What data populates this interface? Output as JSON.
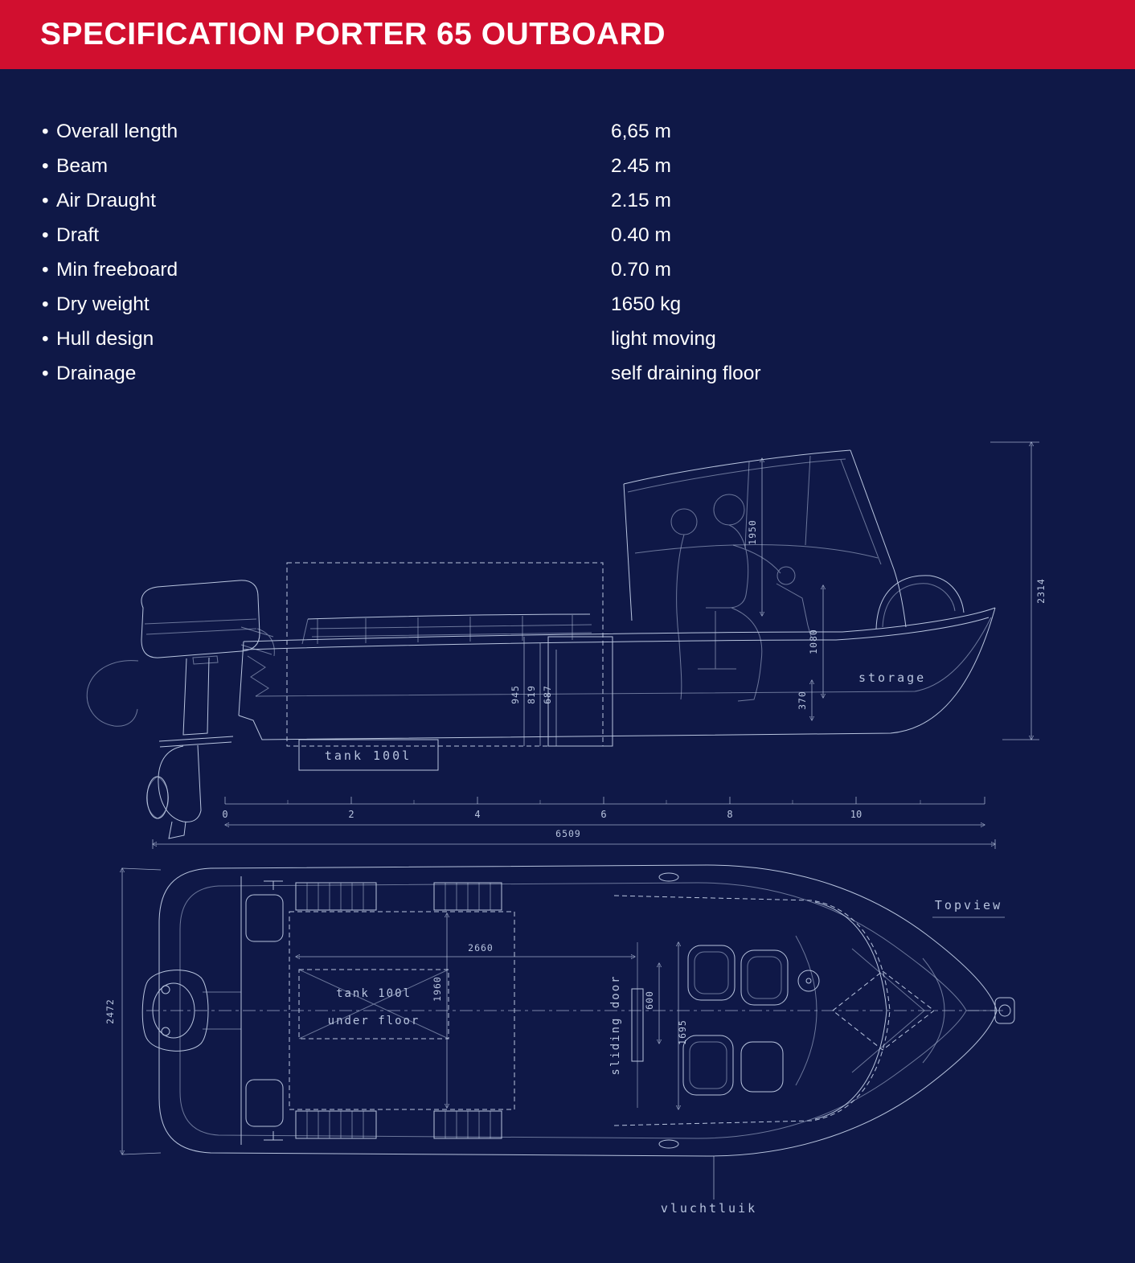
{
  "page": {
    "colors": {
      "accent": "#d10f2f",
      "bg": "#0f1847",
      "line": "#b8c4de",
      "text": "#ffffff"
    }
  },
  "header": {
    "title": "SPECIFICATION PORTER 65 OUTBOARD"
  },
  "specs": {
    "bullet": "•",
    "items": [
      {
        "label": "Overall length",
        "value": "6,65 m"
      },
      {
        "label": "Beam",
        "value": "2.45 m"
      },
      {
        "label": "Air Draught",
        "value": "2.15 m"
      },
      {
        "label": "Draft",
        "value": "0.40 m"
      },
      {
        "label": "Min freeboard",
        "value": "0.70 m"
      },
      {
        "label": "Dry weight",
        "value": "1650 kg"
      },
      {
        "label": "Hull design",
        "value": "light moving"
      },
      {
        "label": "Drainage",
        "value": "self draining floor"
      }
    ]
  },
  "blueprint": {
    "side_view": {
      "storage_label": "storage",
      "tank_label": "tank 100l",
      "dim_height_overall": "2314",
      "dim_cabin_height": "1950",
      "dim_1080": "1080",
      "dim_370": "370",
      "dim_945": "945",
      "dim_819": "819",
      "dim_687": "687",
      "ruler_ticks": [
        "0",
        "2",
        "4",
        "6",
        "8",
        "10"
      ],
      "dim_total_length": "6509"
    },
    "top_view": {
      "label": "Topview",
      "tank_line1": "tank 100l",
      "tank_line2": "under floor",
      "sliding_door": "sliding door",
      "dim_2660": "2660",
      "dim_1960": "1960",
      "dim_600": "600",
      "dim_1695": "1695",
      "dim_beam": "2472",
      "escape_hatch": "vluchtluik"
    }
  }
}
